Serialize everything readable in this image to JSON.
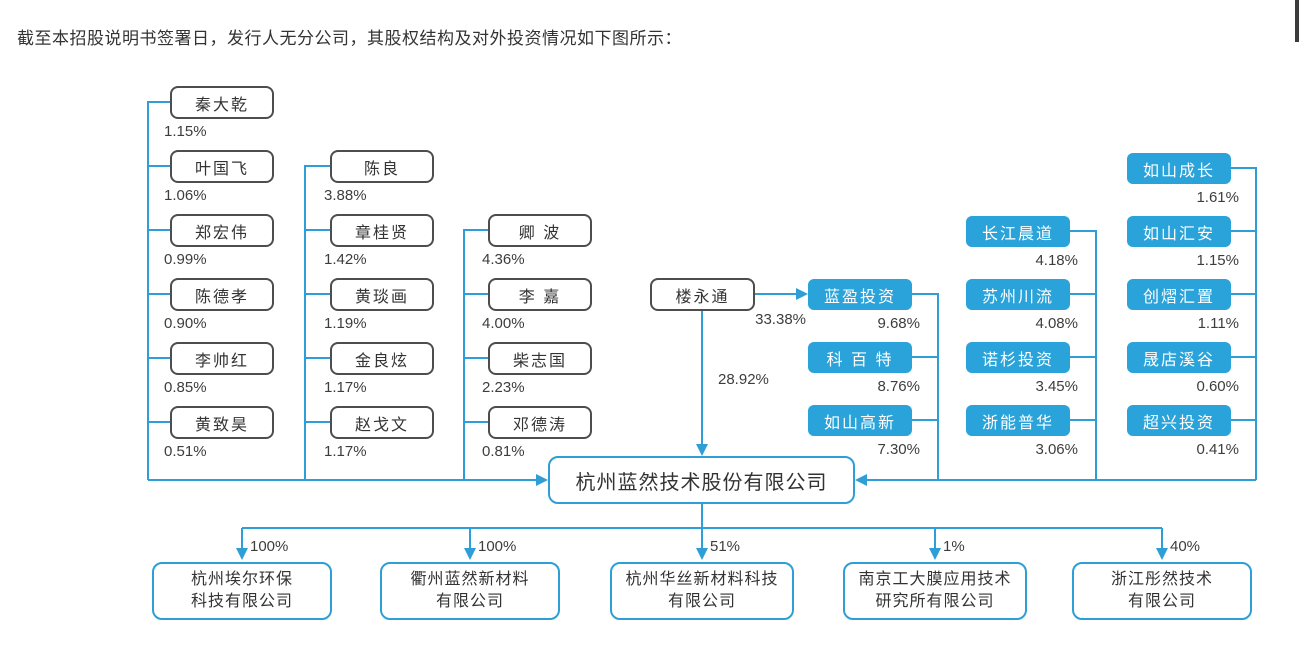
{
  "header": {
    "text": "截至本招股说明书签署日，发行人无分公司，其股权结构及对外投资情况如下图所示："
  },
  "company": {
    "name": "杭州蓝然技术股份有限公司"
  },
  "controlling_shareholder": {
    "name": "楼永通",
    "pct_in_company": "28.92%",
    "pct_in_lanying": "33.38%"
  },
  "individual_shareholders": {
    "col1": [
      {
        "name": "秦大乾",
        "pct": "1.15%"
      },
      {
        "name": "叶国飞",
        "pct": "1.06%"
      },
      {
        "name": "郑宏伟",
        "pct": "0.99%"
      },
      {
        "name": "陈德孝",
        "pct": "0.90%"
      },
      {
        "name": "李帅红",
        "pct": "0.85%"
      },
      {
        "name": "黄致昊",
        "pct": "0.51%"
      }
    ],
    "col2": [
      {
        "name": "陈良",
        "pct": "3.88%"
      },
      {
        "name": "章桂贤",
        "pct": "1.42%"
      },
      {
        "name": "黄琰画",
        "pct": "1.19%"
      },
      {
        "name": "金良炫",
        "pct": "1.17%"
      },
      {
        "name": "赵戈文",
        "pct": "1.17%"
      }
    ],
    "col3": [
      {
        "name": "卿 波",
        "pct": "4.36%"
      },
      {
        "name": "李 嘉",
        "pct": "4.00%"
      },
      {
        "name": "柴志国",
        "pct": "2.23%"
      },
      {
        "name": "邓德涛",
        "pct": "0.81%"
      }
    ]
  },
  "institutional_shareholders": {
    "col1": [
      {
        "name": "蓝盈投资",
        "pct": "9.68%"
      },
      {
        "name": "科 百 特",
        "pct": "8.76%"
      },
      {
        "name": "如山高新",
        "pct": "7.30%"
      }
    ],
    "col2": [
      {
        "name": "长江晨道",
        "pct": "4.18%"
      },
      {
        "name": "苏州川流",
        "pct": "4.08%"
      },
      {
        "name": "诺杉投资",
        "pct": "3.45%"
      },
      {
        "name": "浙能普华",
        "pct": "3.06%"
      }
    ],
    "col3": [
      {
        "name": "如山成长",
        "pct": "1.61%"
      },
      {
        "name": "如山汇安",
        "pct": "1.15%"
      },
      {
        "name": "创熠汇置",
        "pct": "1.11%"
      },
      {
        "name": "晟店溪谷",
        "pct": "0.60%"
      },
      {
        "name": "超兴投资",
        "pct": "0.41%"
      }
    ]
  },
  "subsidiaries": [
    {
      "line1": "杭州埃尔环保",
      "line2": "科技有限公司",
      "pct": "100%"
    },
    {
      "line1": "衢州蓝然新材料",
      "line2": "有限公司",
      "pct": "100%"
    },
    {
      "line1": "杭州华丝新材料科技",
      "line2": "有限公司",
      "pct": "51%"
    },
    {
      "line1": "南京工大膜应用技术",
      "line2": "研究所有限公司",
      "pct": "1%"
    },
    {
      "line1": "浙江彤然技术",
      "line2": "有限公司",
      "pct": "40%"
    }
  ],
  "colors": {
    "accent_blue": "#29a3da",
    "wire_blue": "#2d9fd6",
    "box_border_dark": "#4d4d4d"
  }
}
